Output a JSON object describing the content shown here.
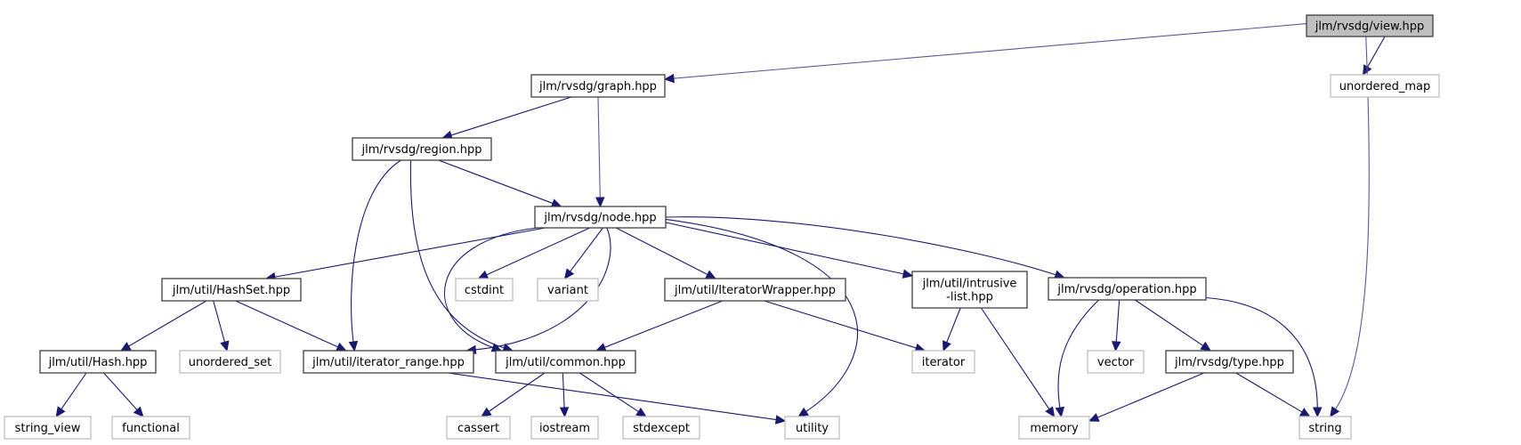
{
  "title": "Include dependency graph for jlm/rvsdg/view.hpp",
  "colors": {
    "edge": "#191970",
    "node_border": "#404040",
    "external_border": "#bfbfbf",
    "root_fill": "#bfbfbf",
    "background": "#ffffff"
  },
  "nodes": [
    {
      "id": "view",
      "label": "jlm/rvsdg/view.hpp",
      "kind": "root"
    },
    {
      "id": "graph",
      "label": "jlm/rvsdg/graph.hpp",
      "kind": "internal"
    },
    {
      "id": "unordered_map",
      "label": "unordered_map",
      "kind": "external"
    },
    {
      "id": "region",
      "label": "jlm/rvsdg/region.hpp",
      "kind": "internal"
    },
    {
      "id": "node",
      "label": "jlm/rvsdg/node.hpp",
      "kind": "internal"
    },
    {
      "id": "hashset",
      "label": "jlm/util/HashSet.hpp",
      "kind": "internal"
    },
    {
      "id": "cstdint",
      "label": "cstdint",
      "kind": "external"
    },
    {
      "id": "variant",
      "label": "variant",
      "kind": "external"
    },
    {
      "id": "iterwrap",
      "label": "jlm/util/IteratorWrapper.hpp",
      "kind": "internal"
    },
    {
      "id": "intrusive",
      "label": "jlm/util/intrusive\n-list.hpp",
      "kind": "internal"
    },
    {
      "id": "operation",
      "label": "jlm/rvsdg/operation.hpp",
      "kind": "internal"
    },
    {
      "id": "hash",
      "label": "jlm/util/Hash.hpp",
      "kind": "internal"
    },
    {
      "id": "unordered_set",
      "label": "unordered_set",
      "kind": "external"
    },
    {
      "id": "iterrange",
      "label": "jlm/util/iterator_range.hpp",
      "kind": "internal"
    },
    {
      "id": "common",
      "label": "jlm/util/common.hpp",
      "kind": "internal"
    },
    {
      "id": "iterator",
      "label": "iterator",
      "kind": "external"
    },
    {
      "id": "vector",
      "label": "vector",
      "kind": "external"
    },
    {
      "id": "type",
      "label": "jlm/rvsdg/type.hpp",
      "kind": "internal"
    },
    {
      "id": "string_view",
      "label": "string_view",
      "kind": "external"
    },
    {
      "id": "functional",
      "label": "functional",
      "kind": "external"
    },
    {
      "id": "cassert",
      "label": "cassert",
      "kind": "external"
    },
    {
      "id": "iostream",
      "label": "iostream",
      "kind": "external"
    },
    {
      "id": "stdexcept",
      "label": "stdexcept",
      "kind": "external"
    },
    {
      "id": "utility",
      "label": "utility",
      "kind": "external"
    },
    {
      "id": "memory",
      "label": "memory",
      "kind": "external"
    },
    {
      "id": "string",
      "label": "string",
      "kind": "external"
    }
  ],
  "edges": [
    {
      "from": "view",
      "to": "graph"
    },
    {
      "from": "view",
      "to": "unordered_map"
    },
    {
      "from": "view",
      "to": "string"
    },
    {
      "from": "graph",
      "to": "region"
    },
    {
      "from": "graph",
      "to": "node"
    },
    {
      "from": "region",
      "to": "node"
    },
    {
      "from": "region",
      "to": "iterrange"
    },
    {
      "from": "region",
      "to": "common"
    },
    {
      "from": "node",
      "to": "hashset"
    },
    {
      "from": "node",
      "to": "cstdint"
    },
    {
      "from": "node",
      "to": "variant"
    },
    {
      "from": "node",
      "to": "iterwrap"
    },
    {
      "from": "node",
      "to": "intrusive"
    },
    {
      "from": "node",
      "to": "operation"
    },
    {
      "from": "node",
      "to": "iterrange"
    },
    {
      "from": "node",
      "to": "common"
    },
    {
      "from": "node",
      "to": "utility"
    },
    {
      "from": "hashset",
      "to": "hash"
    },
    {
      "from": "hashset",
      "to": "unordered_set"
    },
    {
      "from": "hashset",
      "to": "iterrange"
    },
    {
      "from": "iterwrap",
      "to": "common"
    },
    {
      "from": "iterwrap",
      "to": "iterator"
    },
    {
      "from": "intrusive",
      "to": "iterator"
    },
    {
      "from": "intrusive",
      "to": "memory"
    },
    {
      "from": "operation",
      "to": "memory"
    },
    {
      "from": "operation",
      "to": "vector"
    },
    {
      "from": "operation",
      "to": "type"
    },
    {
      "from": "operation",
      "to": "string"
    },
    {
      "from": "hash",
      "to": "string_view"
    },
    {
      "from": "hash",
      "to": "functional"
    },
    {
      "from": "iterrange",
      "to": "utility"
    },
    {
      "from": "common",
      "to": "cassert"
    },
    {
      "from": "common",
      "to": "iostream"
    },
    {
      "from": "common",
      "to": "stdexcept"
    },
    {
      "from": "type",
      "to": "memory"
    },
    {
      "from": "type",
      "to": "string"
    }
  ]
}
